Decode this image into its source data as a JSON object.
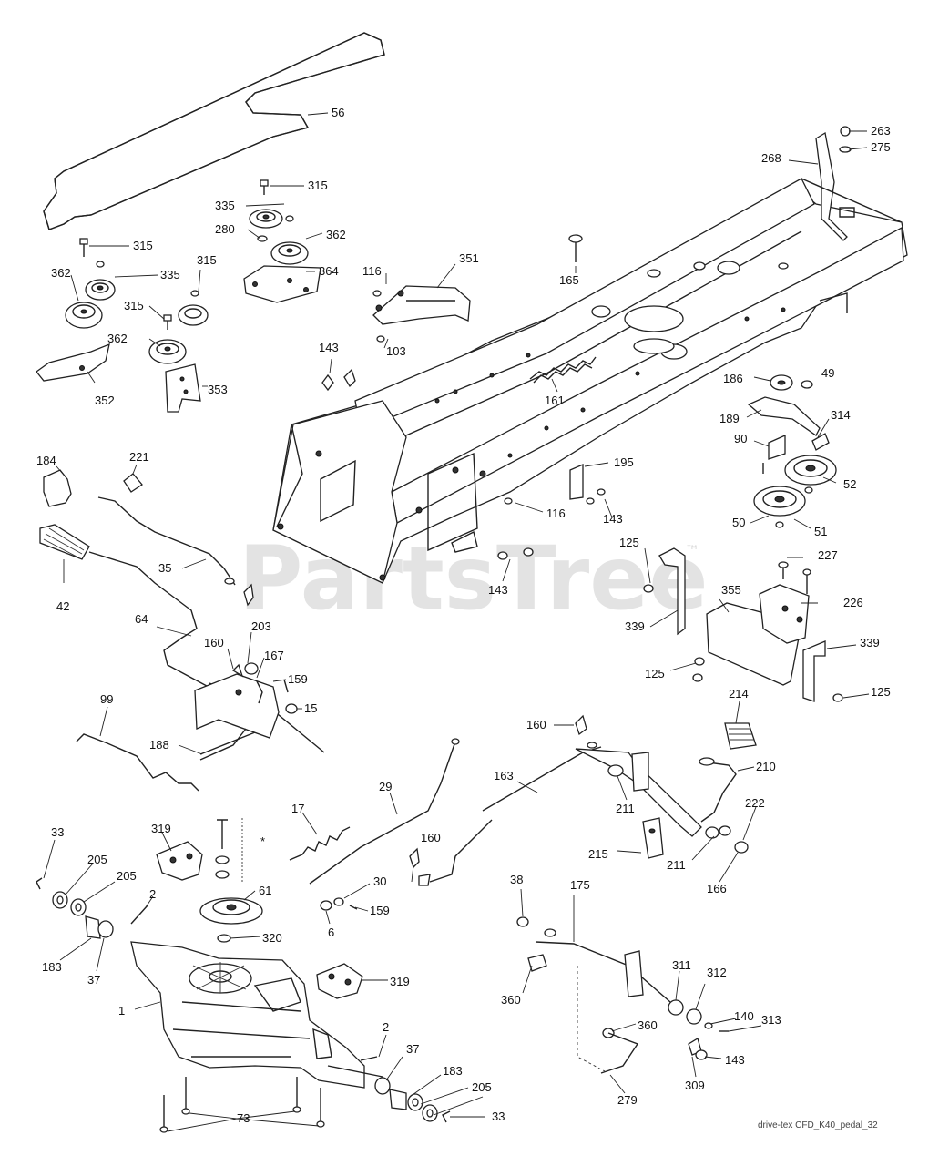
{
  "watermark": {
    "text": "PartsTree",
    "trademark": "™"
  },
  "reference_code": "drive-tex CFD_K40_pedal_32",
  "callout_labels": [
    "56",
    "315",
    "335",
    "280",
    "362",
    "364",
    "263",
    "275",
    "268",
    "315",
    "362",
    "335",
    "315",
    "116",
    "351",
    "165",
    "315",
    "362",
    "143",
    "103",
    "353",
    "352",
    "186",
    "49",
    "189",
    "314",
    "90",
    "52",
    "50",
    "51",
    "161",
    "184",
    "221",
    "195",
    "116",
    "143",
    "35",
    "42",
    "125",
    "227",
    "226",
    "143",
    "339",
    "355",
    "64",
    "203",
    "160",
    "167",
    "159",
    "15",
    "339",
    "125",
    "125",
    "99",
    "188",
    "214",
    "210",
    "160",
    "163",
    "222",
    "211",
    "211",
    "166",
    "215",
    "29",
    "17",
    "33",
    "205",
    "205",
    "319",
    "2",
    "61",
    "30",
    "159",
    "6",
    "320",
    "183",
    "37",
    "1",
    "319",
    "38",
    "175",
    "360",
    "311",
    "312",
    "140",
    "313",
    "360",
    "143",
    "309",
    "279",
    "2",
    "37",
    "183",
    "205",
    "205",
    "33",
    "73",
    "160",
    "*"
  ]
}
